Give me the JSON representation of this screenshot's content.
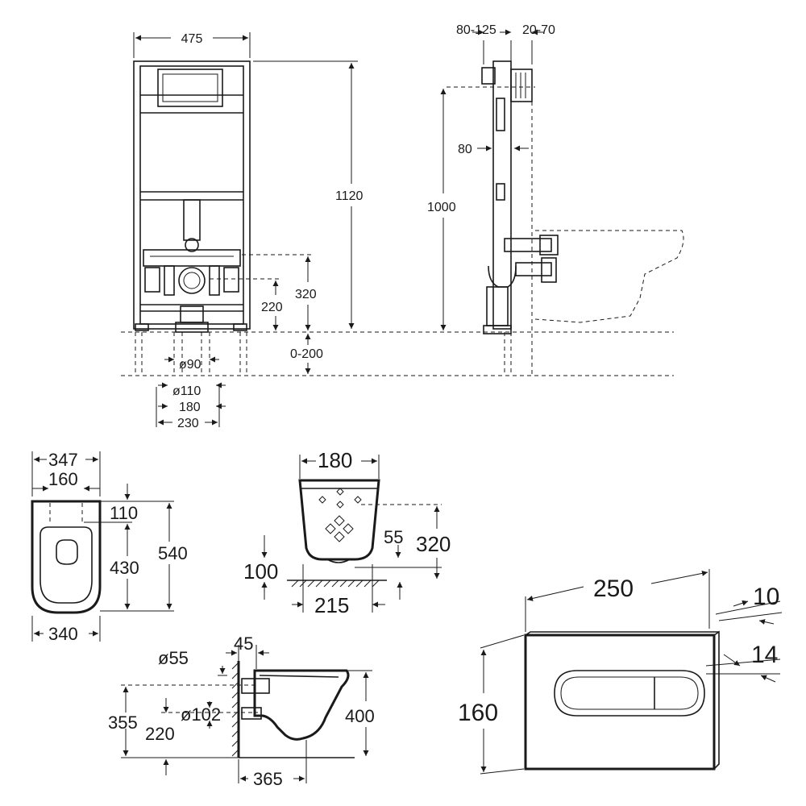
{
  "frame_front": {
    "width": "475",
    "height_total": "1120",
    "height_320": "320",
    "height_220": "220",
    "height_0_200": "0-200",
    "d90": "ø90",
    "d110": "ø110",
    "w180": "180",
    "w230": "230"
  },
  "frame_side": {
    "dim_80_125": "80-125",
    "dim_20_70": "20-70",
    "dim_80": "80",
    "dim_1000": "1000"
  },
  "bowl_top": {
    "w347": "347",
    "w160": "160",
    "h110": "110",
    "h430": "430",
    "h540": "540",
    "w340": "340"
  },
  "bowl_front": {
    "w180": "180",
    "h55": "55",
    "h320": "320",
    "h100": "100",
    "w215": "215"
  },
  "bowl_side": {
    "d55": "ø55",
    "w45": "45",
    "d102": "ø102",
    "h355": "355",
    "h220": "220",
    "h400": "400",
    "w365": "365"
  },
  "plate": {
    "w250": "250",
    "t10": "10",
    "t14": "14",
    "h160": "160"
  }
}
